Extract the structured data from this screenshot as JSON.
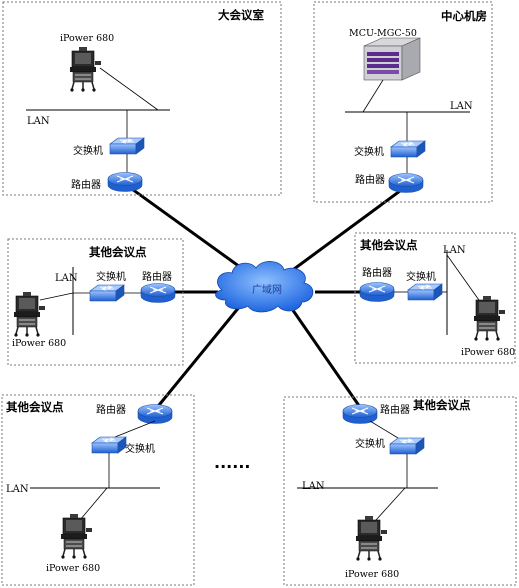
{
  "rooms": {
    "main": "大会议室",
    "center": "中心机房",
    "left": "其他会议点",
    "right": "其他会议点",
    "bottom_left": "其他会议点",
    "bottom_right": "其他会议点"
  },
  "labels": {
    "lan": "LAN",
    "switch": "交换机",
    "router": "路由器",
    "terminal": "iPower 680",
    "mcu": "MCU-MGC-50",
    "wan": "广域网",
    "ellipsis": "......"
  },
  "colors": {
    "device_blue": "#2f6fd8",
    "cloud_blue": "#2d73e6"
  }
}
